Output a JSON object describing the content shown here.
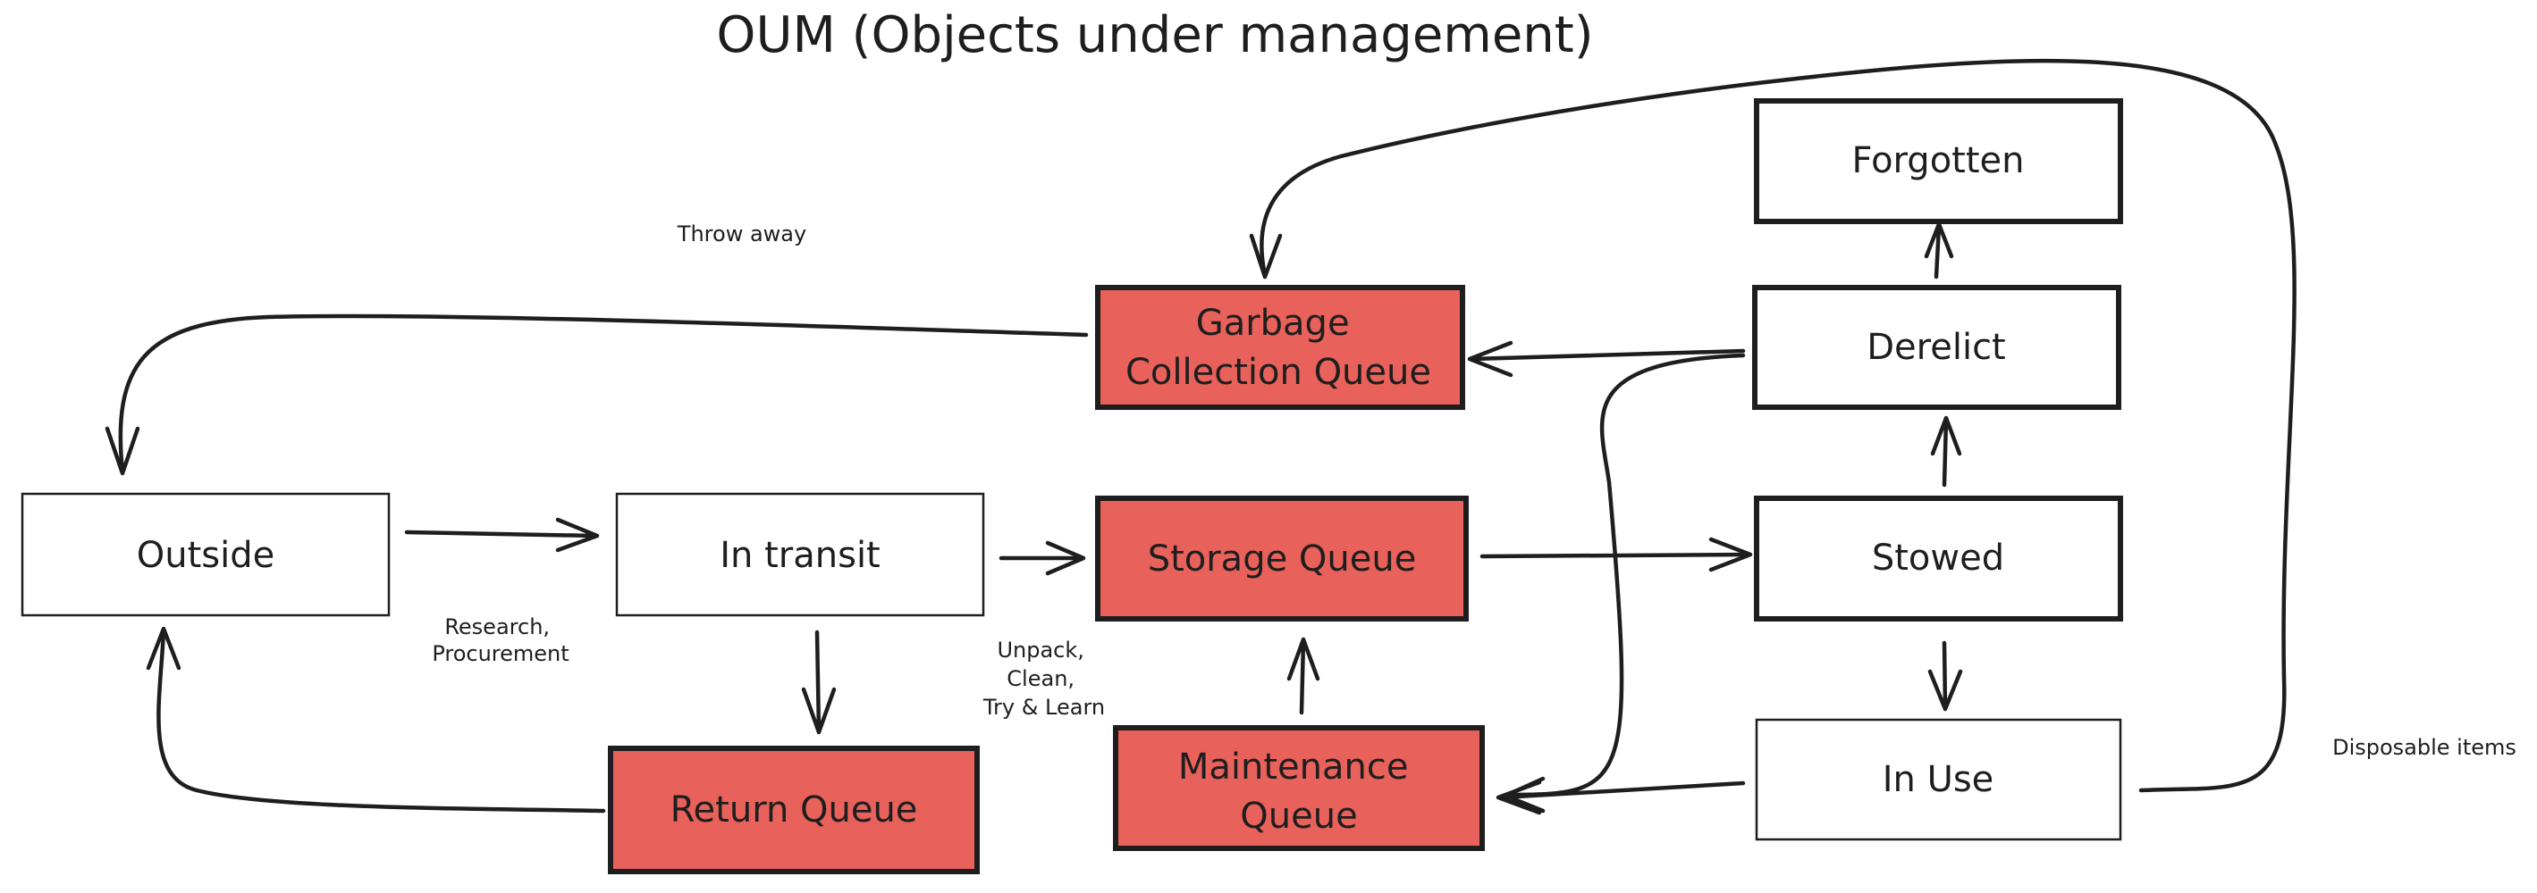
{
  "title": "OUM (Objects under management)",
  "colors": {
    "queue_fill": "#e8615a",
    "plain_fill": "#ffffff",
    "stroke": "#1e1e1e"
  },
  "nodes": {
    "outside": {
      "lines": [
        "Outside"
      ]
    },
    "in_transit": {
      "lines": [
        "In transit"
      ]
    },
    "return_queue": {
      "lines": [
        "Return Queue"
      ]
    },
    "storage_queue": {
      "lines": [
        "Storage Queue"
      ]
    },
    "maintenance_queue": {
      "lines": [
        "Maintenance",
        "Queue"
      ]
    },
    "garbage_collection_queue": {
      "lines": [
        "Garbage",
        "Collection Queue"
      ]
    },
    "stowed": {
      "lines": [
        "Stowed"
      ]
    },
    "in_use": {
      "lines": [
        "In Use"
      ]
    },
    "derelict": {
      "lines": [
        "Derelict"
      ]
    },
    "forgotten": {
      "lines": [
        "Forgotten"
      ]
    }
  },
  "edge_labels": {
    "throw_away": {
      "lines": [
        "Throw away"
      ]
    },
    "research_procurement": {
      "lines": [
        "Research,",
        "Procurement"
      ]
    },
    "unpack_clean": {
      "lines": [
        "Unpack,",
        "Clean,",
        "Try & Learn"
      ]
    },
    "disposable_items": {
      "lines": [
        "Disposable items"
      ]
    }
  }
}
